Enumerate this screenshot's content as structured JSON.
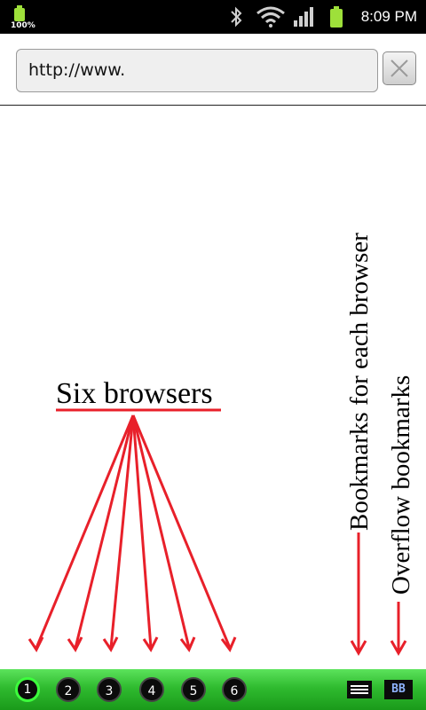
{
  "status_bar": {
    "battery_left_percent": "100%",
    "time": "8:09 PM",
    "icons": [
      "battery-icon",
      "bluetooth-icon",
      "wifi-icon",
      "signal-icon",
      "battery-icon"
    ]
  },
  "url_bar": {
    "value": "http://www.",
    "clear_icon": "close-icon"
  },
  "annotations": {
    "six_browsers": "Six browsers",
    "bookmarks_each": "Bookmarks for each browser",
    "overflow": "Overflow bookmarks",
    "arrow_color": "#e8202a"
  },
  "bottom_bar": {
    "tabs": [
      {
        "label": "1",
        "active": true
      },
      {
        "label": "2",
        "active": false
      },
      {
        "label": "3",
        "active": false
      },
      {
        "label": "4",
        "active": false
      },
      {
        "label": "5",
        "active": false
      },
      {
        "label": "6",
        "active": false
      }
    ],
    "menu_icon": "menu-icon",
    "overflow_label": "BB",
    "accent": "#2fbb2f"
  }
}
